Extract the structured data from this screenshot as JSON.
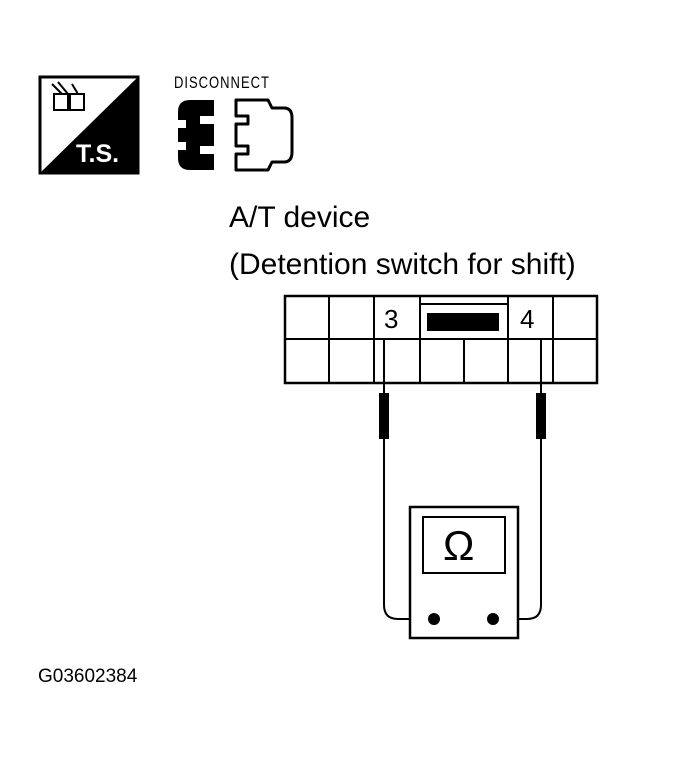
{
  "icons": {
    "test_symbol": {
      "name": "tester-probe-icon",
      "label": "T.S."
    },
    "disconnect": {
      "name": "disconnect-connector-icon",
      "label": "DISCONNECT"
    }
  },
  "device": {
    "title_line1": "A/T device",
    "title_line2": "(Detention switch for shift)"
  },
  "connector": {
    "pins": [
      "3",
      "4"
    ]
  },
  "meter": {
    "symbol": "Ω"
  },
  "figure_code": "G03602384"
}
